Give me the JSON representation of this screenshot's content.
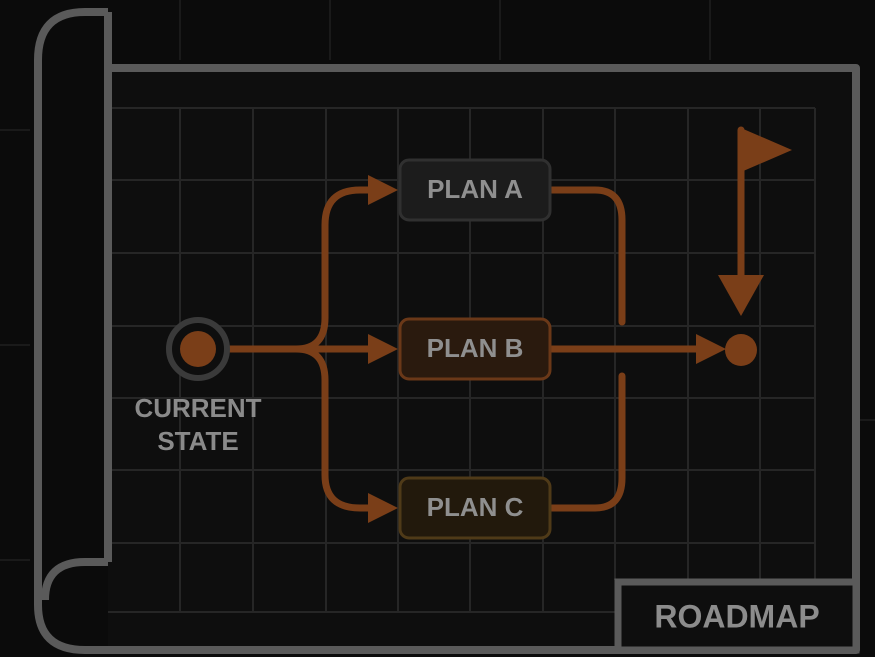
{
  "diagram": {
    "start": {
      "label_line1": "CURRENT",
      "label_line2": "STATE"
    },
    "plans": [
      {
        "label": "PLAN A"
      },
      {
        "label": "PLAN B"
      },
      {
        "label": "PLAN C"
      }
    ],
    "tag": {
      "label": "ROADMAP"
    }
  },
  "colors": {
    "background": "#0b0b0b",
    "frame": "#5a5a5a",
    "grid": "#262626",
    "accent": "#7a3e18",
    "accent_dark": "#4a2a14",
    "plan_a_fill": "#1c1c1c",
    "plan_b_fill": "#2a1a0e",
    "plan_c_fill": "#22190c",
    "text": "#8f8f8f"
  },
  "icons": [
    "start-node-icon",
    "flag-icon",
    "goal-node-icon",
    "arrow-icon"
  ]
}
